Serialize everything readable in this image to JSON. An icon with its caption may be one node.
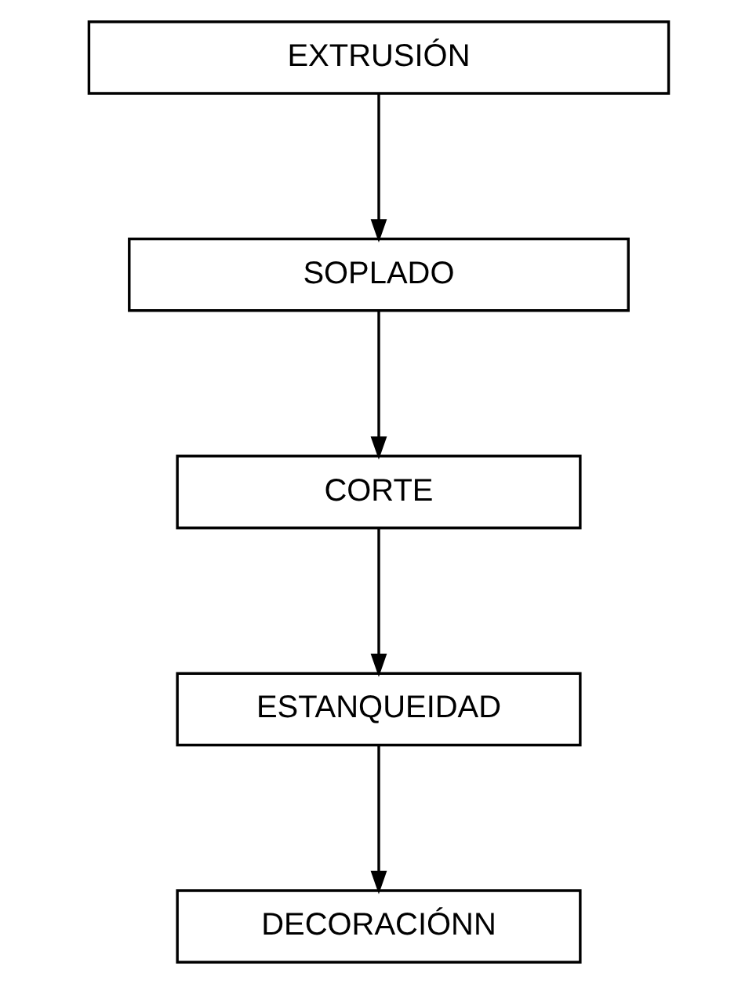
{
  "diagram": {
    "nodes": [
      {
        "text": [
          "EXTRUSIÓN"
        ]
      },
      {
        "text": [
          "SOPLADO"
        ]
      },
      {
        "text": [
          "CORTE"
        ]
      },
      {
        "text": [
          "ESTANQUEIDAD"
        ]
      },
      {
        "text": [
          "DECORACIÓNN"
        ]
      }
    ],
    "edges": [
      {
        "from": 0,
        "to": 1,
        "arrow": "to"
      },
      {
        "from": 1,
        "to": 2,
        "arrow": "to"
      },
      {
        "from": 2,
        "to": 3,
        "arrow": "to"
      },
      {
        "from": 3,
        "to": 4,
        "arrow": "to"
      }
    ]
  }
}
